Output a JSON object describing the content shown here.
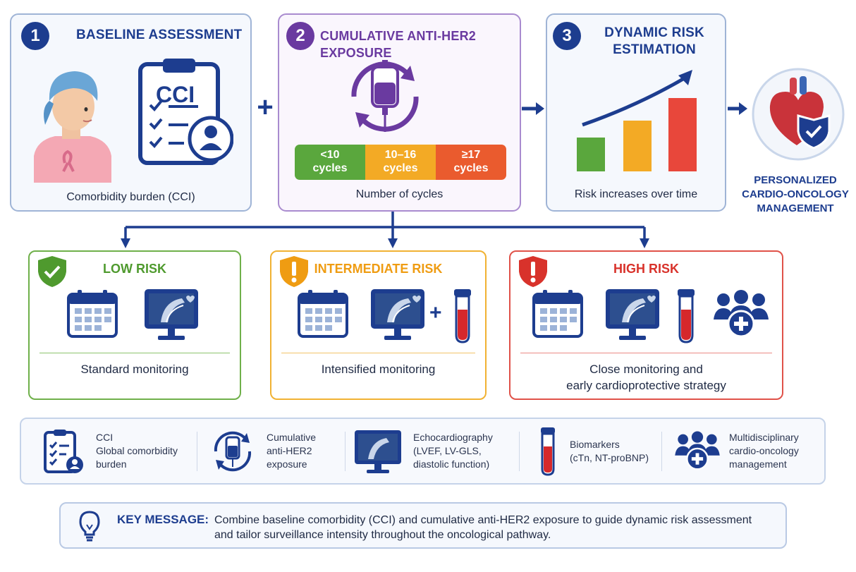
{
  "steps": [
    {
      "number": "1",
      "title": "BASELINE ASSESSMENT",
      "caption": "Comorbidity burden (CCI)",
      "clipboard_text": "CCI"
    },
    {
      "number": "2",
      "title": "CUMULATIVE ANTI-HER2 EXPOSURE",
      "caption": "Number of cycles"
    },
    {
      "number": "3",
      "title_line1": "DYNAMIC RISK",
      "title_line2": "ESTIMATION",
      "caption": "Risk increases over time"
    }
  ],
  "cycle_bins": [
    {
      "range": "<10",
      "unit": "cycles",
      "color": "#5aa73d"
    },
    {
      "range": "10–16",
      "unit": "cycles",
      "color": "#f3aa25"
    },
    {
      "range": "≥17",
      "unit": "cycles",
      "color": "#ea5b2e"
    }
  ],
  "operators": {
    "plus": "+",
    "small_plus": "+"
  },
  "outcome": {
    "line1": "PERSONALIZED",
    "line2": "CARDIO-ONCOLOGY",
    "line3": "MANAGEMENT"
  },
  "risk_levels": [
    {
      "title": "LOW RISK",
      "caption_line1": "Standard monitoring",
      "caption_line2": "",
      "color": "#4f9a2e",
      "line_color": "#8cc46d",
      "badge_symbol": "✓"
    },
    {
      "title": "INTERMEDIATE RISK",
      "caption_line1": "Intensified monitoring",
      "caption_line2": "",
      "color": "#ef9c12",
      "line_color": "#f3c46a",
      "badge_symbol": "!"
    },
    {
      "title": "HIGH RISK",
      "caption_line1": "Close monitoring and",
      "caption_line2": "early cardioprotective strategy",
      "color": "#d8322b",
      "line_color": "#ea8a84",
      "badge_symbol": "!"
    }
  ],
  "legend": [
    {
      "line1": "CCI",
      "line2": "Global comorbidity",
      "line3": "burden"
    },
    {
      "line1": "Cumulative",
      "line2": "anti-HER2",
      "line3": "exposure"
    },
    {
      "line1": "Echocardiography",
      "line2": "(LVEF, LV-GLS,",
      "line3": "diastolic function)"
    },
    {
      "line1": "Biomarkers",
      "line2": "(cTn, NT-proBNP)",
      "line3": ""
    },
    {
      "line1": "Multidisciplinary",
      "line2": "cardio-oncology",
      "line3": "management"
    }
  ],
  "key_message": {
    "label": "KEY MESSAGE:",
    "line1": "Combine baseline comorbidity (CCI) and cumulative anti-HER2 exposure to guide dynamic risk assessment",
    "line2": "and tailor surveillance intensity throughout the oncological pathway."
  },
  "colors": {
    "navy": "#1d3d8f",
    "purple": "#6a3aa0",
    "blue_badge": "#1d3d8f"
  }
}
